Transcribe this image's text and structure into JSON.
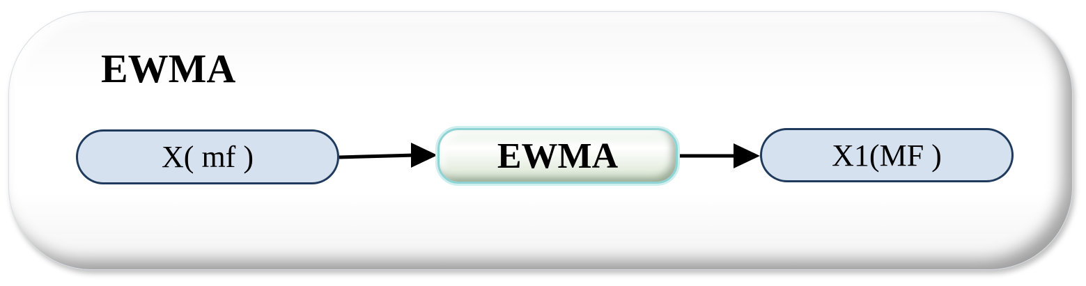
{
  "diagram": {
    "title": "EWMA",
    "nodes": {
      "input": "X( mf )",
      "process": "EWMA",
      "output": "X1(MF )"
    },
    "edges": [
      {
        "from": "input",
        "to": "process"
      },
      {
        "from": "process",
        "to": "output"
      }
    ],
    "colors": {
      "node_fill": "#d6e1f0",
      "node_border": "#1f3a5c",
      "process_border": "#8fd4d4",
      "arrow": "#000000"
    }
  }
}
